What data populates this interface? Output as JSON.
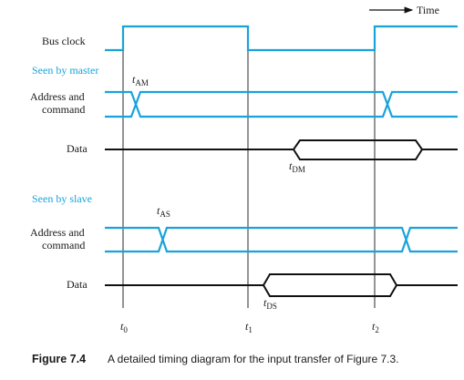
{
  "header": {
    "time_label": "Time"
  },
  "clock": {
    "label": "Bus clock"
  },
  "master": {
    "section_label": "Seen by master",
    "addr_label_line1": "Address and",
    "addr_label_line2": "command",
    "data_label": "Data",
    "t_am_base": "t",
    "t_am_sub": "AM",
    "t_dm_base": "t",
    "t_dm_sub": "DM"
  },
  "slave": {
    "section_label": "Seen by slave",
    "addr_label_line1": "Address and",
    "addr_label_line2": "command",
    "data_label": "Data",
    "t_as_base": "t",
    "t_as_sub": "AS",
    "t_ds_base": "t",
    "t_ds_sub": "DS"
  },
  "time_marks": [
    {
      "base": "t",
      "sub": "0"
    },
    {
      "base": "t",
      "sub": "1"
    },
    {
      "base": "t",
      "sub": "2"
    }
  ],
  "caption": {
    "number": "Figure 7.4",
    "text": "A detailed timing diagram for the input transfer of Figure 7.3."
  },
  "colors": {
    "signal_blue": "#1aa3d9",
    "signal_black": "#111111",
    "text": "#1a1a1a"
  }
}
